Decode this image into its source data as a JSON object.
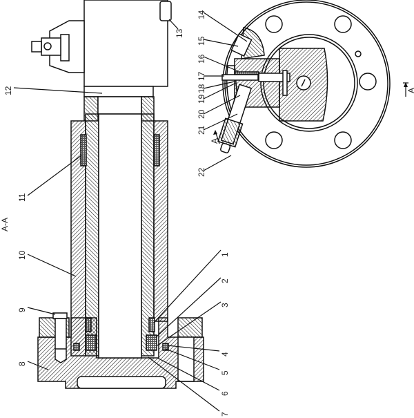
{
  "title": "Technical drawing: valve assembly section A-A",
  "section_label": "A-A",
  "section_markers": [
    "A",
    "A"
  ],
  "part_numbers": [
    "1",
    "2",
    "3",
    "4",
    "5",
    "6",
    "7",
    "8",
    "9",
    "10",
    "11",
    "12",
    "13",
    "14",
    "15",
    "16",
    "17",
    "18",
    "19",
    "20",
    "21",
    "22"
  ],
  "colors": {
    "line": "#111111",
    "background": "#ffffff"
  }
}
